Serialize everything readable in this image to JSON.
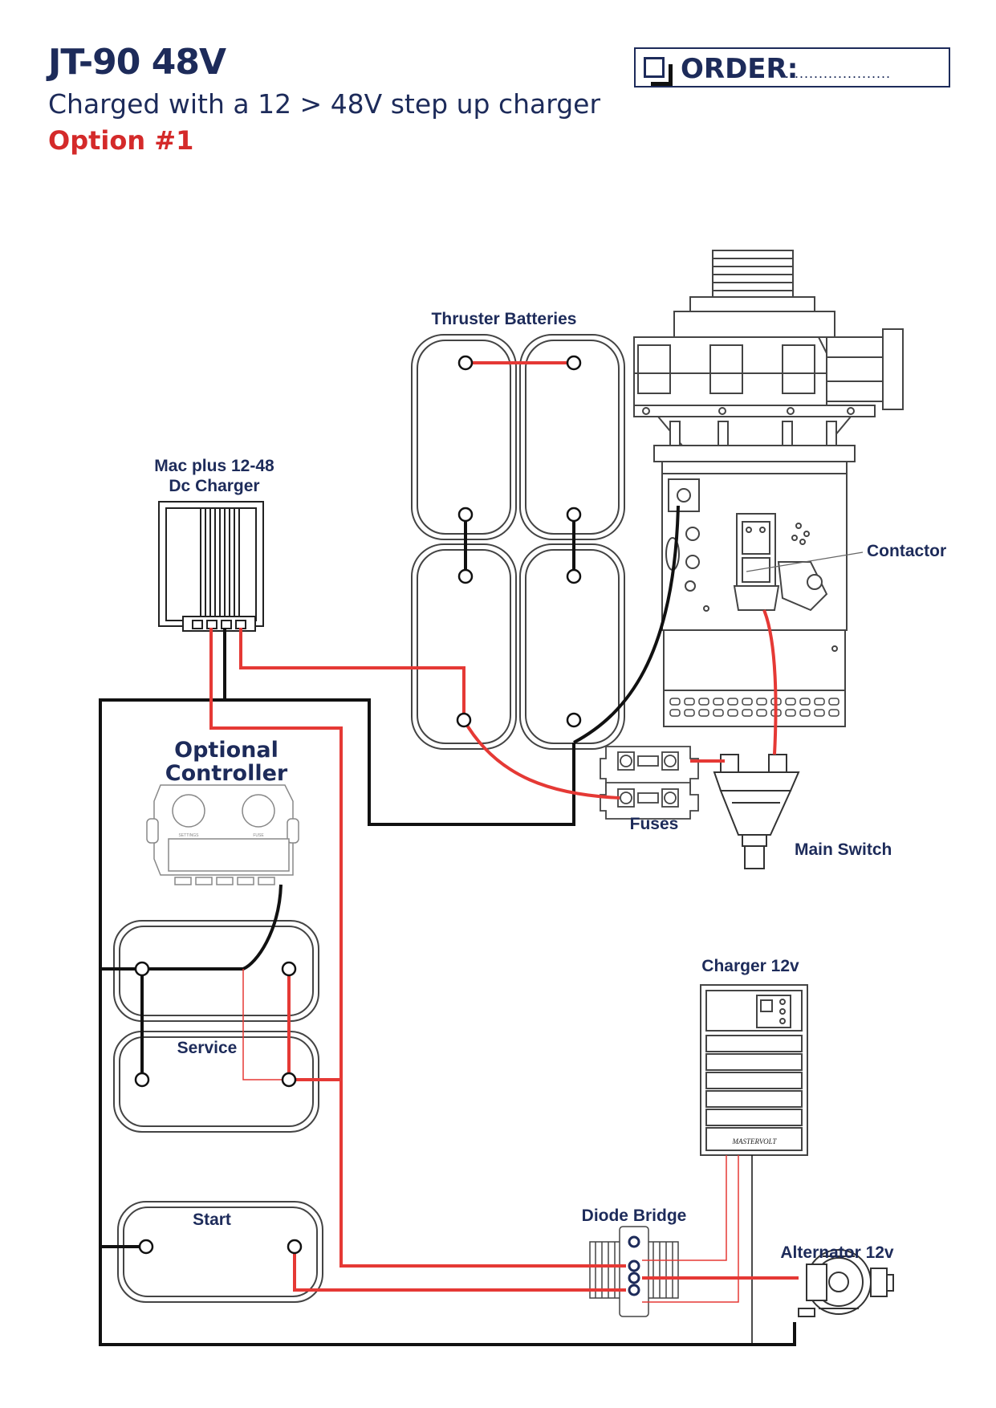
{
  "header": {
    "title": "JT-90 48V",
    "subtitle": "Charged with a 12 > 48V step up charger",
    "option": "Option #1",
    "order_label": "ORDER:",
    "order_dots": "......................"
  },
  "labels": {
    "thruster_batteries": "Thruster Batteries",
    "dc_charger_line1": "Mac plus 12-48",
    "dc_charger_line2": "Dc Charger",
    "contactor": "Contactor",
    "optional_controller_line1": "Optional",
    "optional_controller_line2": "Controller",
    "fuses": "Fuses",
    "main_switch": "Main Switch",
    "charger_12v": "Charger 12v",
    "service": "Service",
    "start": "Start",
    "diode_bridge": "Diode Bridge",
    "alternator": "Alternator 12v",
    "controller_knob1": "SETTINGS",
    "controller_knob2": "FUSE",
    "charger_brand": "MASTERVOLT"
  },
  "colors": {
    "navy": "#1d2b5a",
    "positive_wire": "#e53935",
    "negative_wire": "#111111",
    "outline": "#444444"
  }
}
